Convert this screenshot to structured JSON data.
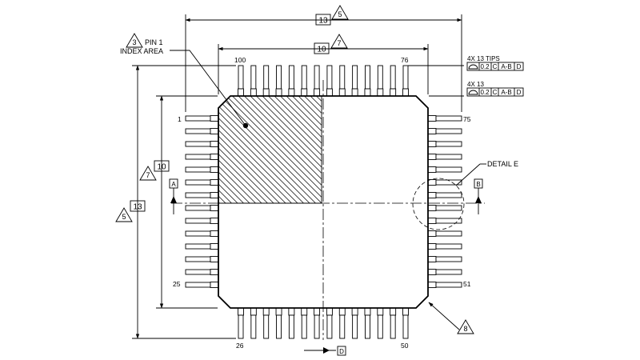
{
  "pin_labels": {
    "top_left": "100",
    "top_right": "76",
    "left_top": "1",
    "left_bottom": "25",
    "bottom_left": "26",
    "bottom_right": "50",
    "right_top": "75",
    "right_bottom": "51"
  },
  "dimensions": {
    "overall_width": "13",
    "body_width": "10",
    "body_height": "10",
    "overall_height": "13"
  },
  "notes": {
    "pin1_note": "3",
    "overall_width_note": "5",
    "body_width_note": "7",
    "body_height_note": "7",
    "overall_height_note": "5",
    "corner_note": "8"
  },
  "callouts": {
    "pin1_line1": "PIN 1",
    "pin1_line2": "INDEX AREA",
    "detail": "DETAIL E"
  },
  "datums": {
    "a": "A",
    "b": "B",
    "d": "D"
  },
  "tolerance_frames": {
    "tips": {
      "title": "4X 13 TIPS",
      "value": "0.2",
      "datum1": "C",
      "datum2": "A-B",
      "datum3": "D"
    },
    "body": {
      "title": "4X 13",
      "value": "0.2",
      "datum1": "C",
      "datum2": "A-B",
      "datum3": "D"
    }
  }
}
